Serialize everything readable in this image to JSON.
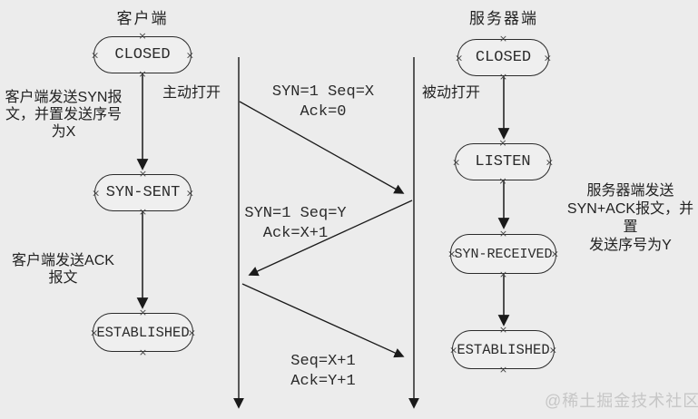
{
  "diagram": {
    "title_semantics": "TCP three-way handshake state diagram",
    "client": {
      "title": "客户端",
      "open_label": "主动打开",
      "states": [
        {
          "label": "CLOSED"
        },
        {
          "label": "SYN-SENT"
        },
        {
          "label": "ESTABLISHED"
        }
      ],
      "annotations": [
        "客户端发送SYN报\n文，并置发送序号\n为X",
        "客户端发送ACK\n报文"
      ]
    },
    "server": {
      "title": "服务器端",
      "open_label": "被动打开",
      "states": [
        {
          "label": "CLOSED"
        },
        {
          "label": "LISTEN"
        },
        {
          "label": "SYN-RECEIVED"
        },
        {
          "label": "ESTABLISHED"
        }
      ],
      "annotations": [
        "服务器端发送\nSYN+ACK报文，并置\n发送序号为Y"
      ]
    },
    "messages": [
      {
        "label": "SYN=1 Seq=X Ack=0",
        "direction": "client-to-server"
      },
      {
        "label": "SYN=1 Seq=Y\nAck=X+1",
        "direction": "server-to-client"
      },
      {
        "label": "Seq=X+1 Ack=Y+1",
        "direction": "client-to-server"
      }
    ],
    "watermark": "@稀土掘金技术社区",
    "colors": {
      "background": "#ececec",
      "line": "#1a1a1a",
      "watermark": "#c6c6c6"
    }
  }
}
